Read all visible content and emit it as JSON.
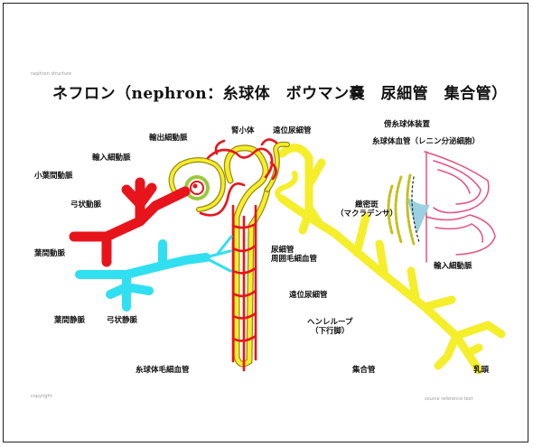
{
  "title": "ネフロン（nephron：糸球体　ボウマン嚢　尿細管　集合管）",
  "labels": {
    "renal_corpuscle": "腎小体",
    "distal_tubule": "遠位尿細管",
    "efferent_arteriole": "輸出細動脈",
    "afferent_arteriole": "輸入細動脈",
    "interlobular_artery": "小葉間動脈",
    "arcuate_artery": "弓状動脈",
    "interlobar_artery": "葉間動脈",
    "interlobar_vein": "葉間静脈",
    "arcuate_vein": "弓状静脈",
    "peritubular_capillaries": "尿細管\n周囲毛細血管",
    "proximal_tubule": "遠位尿細管",
    "henle_loop": "ヘンレループ\n（下行脚）",
    "collecting_duct": "集合管",
    "papilla": "乳頭",
    "vasa_recta": "糸球体毛細血管",
    "jga_top1": "傍糸球体装置",
    "jga_top2": "糸球体血管（レニン分泌細胞）",
    "macula_densa": "緻密斑\n（マクラデンサ）",
    "efferent_small": "輸入細動脈"
  },
  "tiny": {
    "top_left": "nephron structure",
    "bottom_left": "copyright",
    "bottom_right": "source reference text"
  },
  "colors": {
    "artery": "#e8141c",
    "vein": "#30e0f0",
    "tubule": "#f5ee2a",
    "tubule_outline": "#9a8a10",
    "capsule": "#9bc83c",
    "jga_cell": "#c4c020",
    "mesangial": "#9ad0e0",
    "arteriole_pink": "#e85080"
  }
}
